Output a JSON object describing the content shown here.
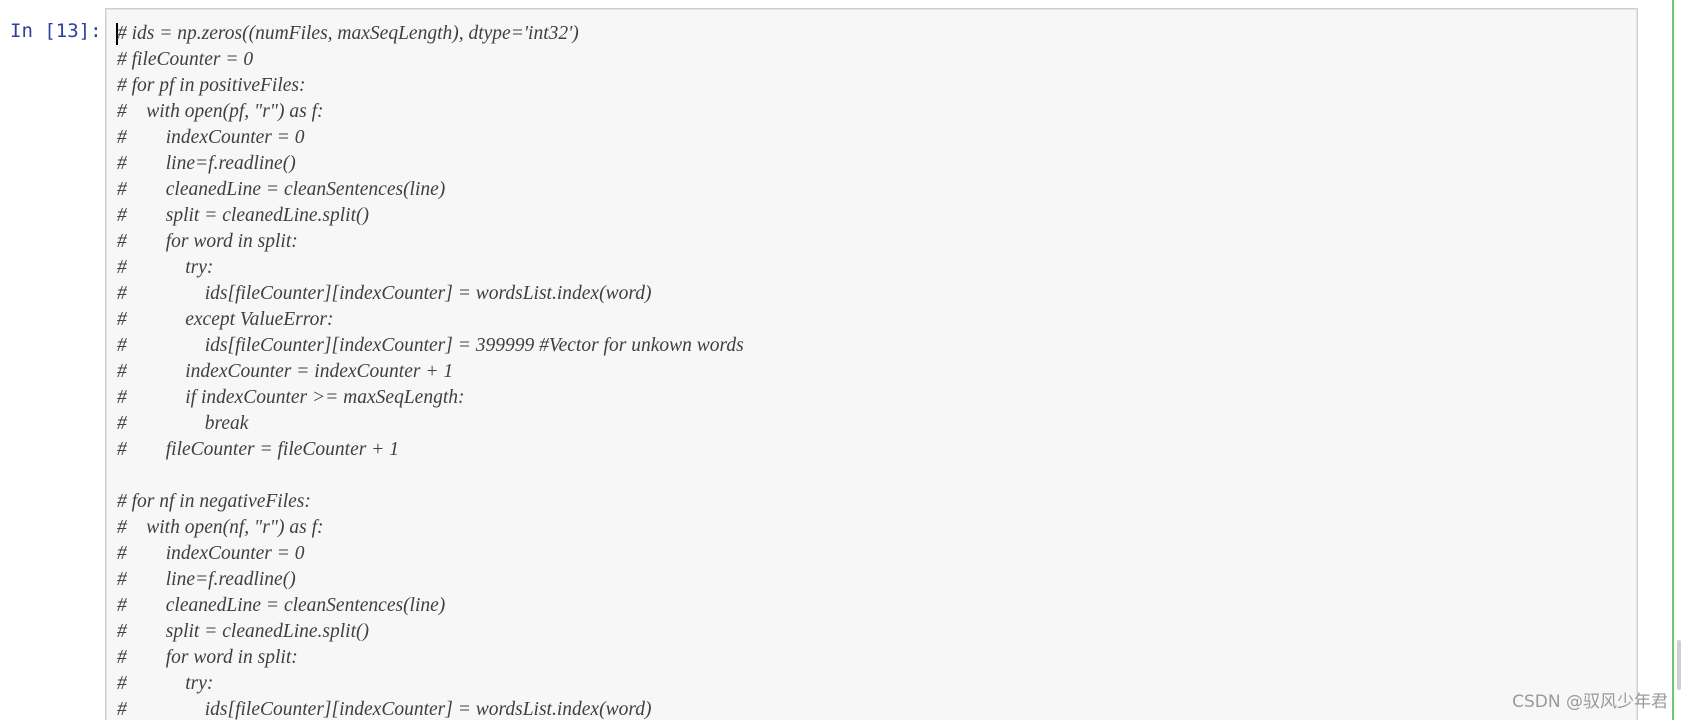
{
  "cell": {
    "prompt": "In [13]:",
    "code_lines": [
      "# ids = np.zeros((numFiles, maxSeqLength), dtype='int32')",
      "# fileCounter = 0",
      "# for pf in positiveFiles:",
      "#    with open(pf, \"r\") as f:",
      "#        indexCounter = 0",
      "#        line=f.readline()",
      "#        cleanedLine = cleanSentences(line)",
      "#        split = cleanedLine.split()",
      "#        for word in split:",
      "#            try:",
      "#                ids[fileCounter][indexCounter] = wordsList.index(word)",
      "#            except ValueError:",
      "#                ids[fileCounter][indexCounter] = 399999 #Vector for unkown words",
      "#            indexCounter = indexCounter + 1",
      "#            if indexCounter >= maxSeqLength:",
      "#                break",
      "#        fileCounter = fileCounter + 1",
      "",
      "# for nf in negativeFiles:",
      "#    with open(nf, \"r\") as f:",
      "#        indexCounter = 0",
      "#        line=f.readline()",
      "#        cleanedLine = cleanSentences(line)",
      "#        split = cleanedLine.split()",
      "#        for word in split:",
      "#            try:",
      "#                ids[fileCounter][indexCounter] = wordsList.index(word)"
    ]
  },
  "watermark": "CSDN @驭风少年君",
  "colors": {
    "prompt": "#303f9f",
    "code_text": "#3f3f3f",
    "editor_bg": "#f7f7f7",
    "editor_border": "#cfcfcf",
    "accent": "#5cb85c"
  }
}
